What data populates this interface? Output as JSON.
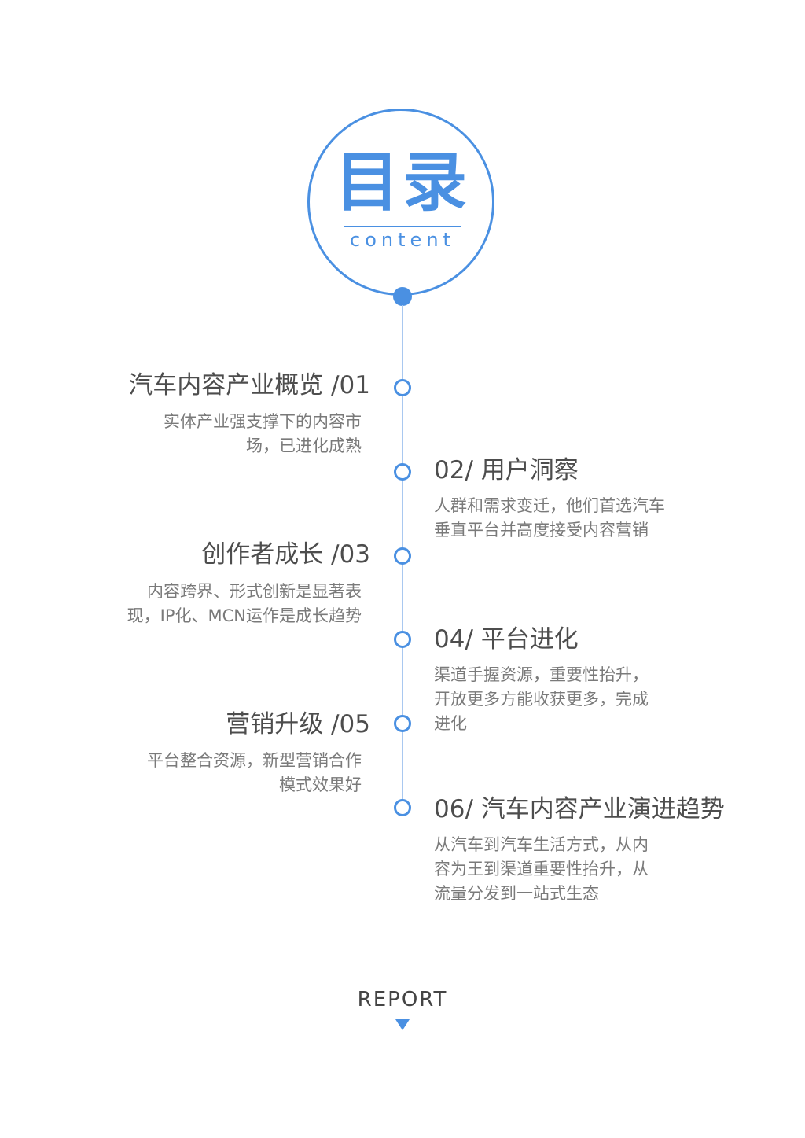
{
  "header": {
    "title": "目录",
    "subtitle": "content"
  },
  "items": [
    {
      "title": "汽车内容产业概览 /01",
      "desc": [
        "实体产业强支撑下的内容市",
        "场，已进化成熟"
      ]
    },
    {
      "title": "02/ 用户洞察",
      "desc": [
        "人群和需求变迁，他们首选汽车",
        "垂直平台并高度接受内容营销"
      ]
    },
    {
      "title": "创作者成长  /03",
      "desc": [
        "内容跨界、形式创新是显著表",
        "现，IP化、MCN运作是成长趋势"
      ]
    },
    {
      "title": "04/ 平台进化",
      "desc": [
        "渠道手握资源，重要性抬升，",
        "开放更多方能收获更多，完成",
        "进化"
      ]
    },
    {
      "title": "营销升级 /05",
      "desc": [
        "平台整合资源，新型营销合作",
        "模式效果好"
      ]
    },
    {
      "title": "06/ 汽车内容产业演进趋势",
      "desc": [
        "从汽车到汽车生活方式，从内",
        "容为王到渠道重要性抬升，从",
        "流量分发到一站式生态"
      ]
    }
  ],
  "footer": {
    "label": "REPORT"
  },
  "colors": {
    "accent": "#4a90e2",
    "line": "#a9c8f0",
    "title_text": "#4d4d4d",
    "desc_text": "#7a7a7a"
  }
}
